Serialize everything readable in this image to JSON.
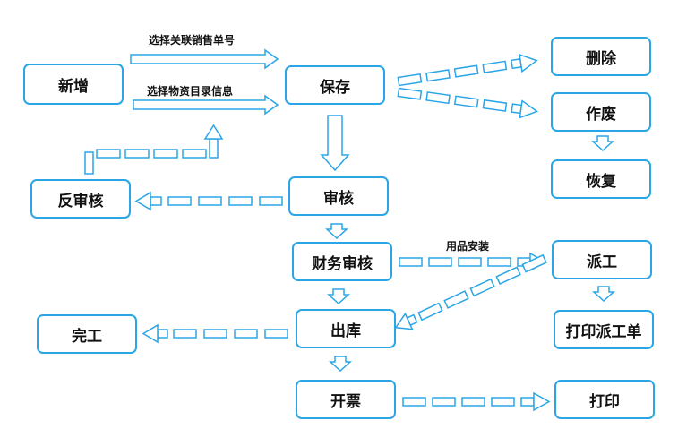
{
  "nodes": {
    "add": "新增",
    "save": "保存",
    "delete": "删除",
    "void": "作废",
    "restore": "恢复",
    "unaudit": "反审核",
    "audit": "审核",
    "finance_audit": "财务审核",
    "dispatch": "派工",
    "print_dispatch": "打印派工单",
    "complete": "完工",
    "outbound": "出库",
    "invoice": "开票",
    "print": "打印"
  },
  "edge_labels": {
    "select_sales_no": "选择关联销售单号",
    "select_material": "选择物资目录信息",
    "item_install": "用品安装"
  },
  "colors": {
    "border": "#2aa5e6",
    "arrow_stroke": "#2aa5e6",
    "arrow_fill": "#ffffff",
    "text": "#111111"
  }
}
